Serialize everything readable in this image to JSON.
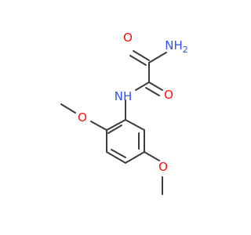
{
  "molecule": {
    "atom_labels": {
      "amide_n": "NH",
      "amide_n_h_subscript": "2",
      "amide_o": "O",
      "anilide_o": "O",
      "anilide_n": "NH",
      "methoxy_o_top": "O",
      "methoxy_o_bottom": "O"
    },
    "colors": {
      "bond": "#3c3c3c",
      "oxygen": "#ff0d0d",
      "nitrogen": "#3050f8"
    }
  }
}
